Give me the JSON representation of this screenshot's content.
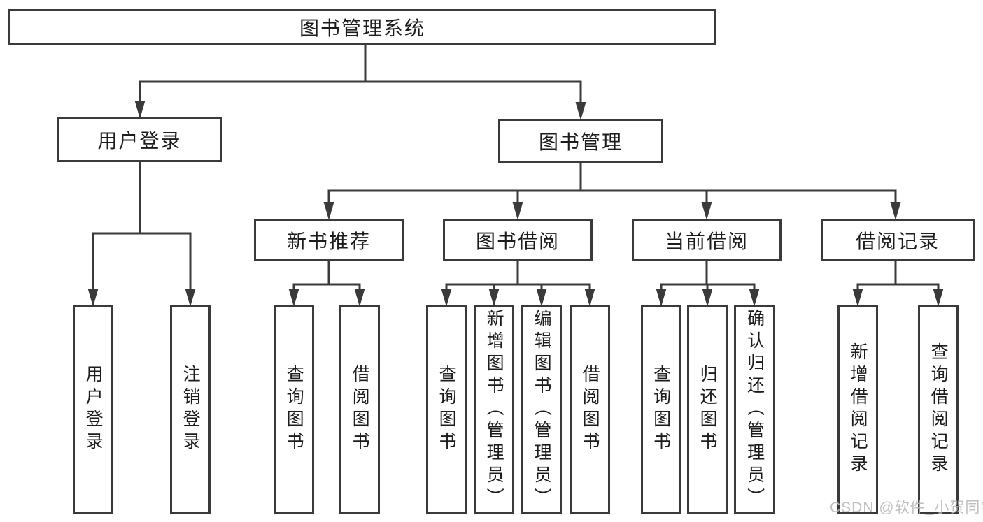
{
  "diagram": {
    "type": "hierarchy",
    "title": "图书管理系统",
    "nodes": [
      {
        "id": "root",
        "label": "图书管理系统"
      },
      {
        "id": "user-login",
        "label": "用户登录"
      },
      {
        "id": "book-mgmt",
        "label": "图书管理"
      },
      {
        "id": "new-book-rec",
        "label": "新书推荐"
      },
      {
        "id": "book-borrow",
        "label": "图书借阅"
      },
      {
        "id": "current-borrow",
        "label": "当前借阅"
      },
      {
        "id": "borrow-records",
        "label": "借阅记录"
      },
      {
        "id": "ul-login",
        "label": "用户登录"
      },
      {
        "id": "ul-logout",
        "label": "注销登录"
      },
      {
        "id": "nr-query",
        "label": "查询图书"
      },
      {
        "id": "nr-borrow",
        "label": "借阅图书"
      },
      {
        "id": "bb-query",
        "label": "查询图书"
      },
      {
        "id": "bb-add",
        "label": "新增图书（管理员）"
      },
      {
        "id": "bb-edit",
        "label": "编辑图书（管理员）"
      },
      {
        "id": "bb-borrow",
        "label": "借阅图书"
      },
      {
        "id": "cb-query",
        "label": "查询图书"
      },
      {
        "id": "cb-return",
        "label": "归还图书"
      },
      {
        "id": "cb-confirm",
        "label": "确认归还（管理员）"
      },
      {
        "id": "br-add",
        "label": "新增借阅记录"
      },
      {
        "id": "br-query",
        "label": "查询借阅记录"
      }
    ],
    "edges": [
      [
        "root",
        "user-login"
      ],
      [
        "root",
        "book-mgmt"
      ],
      [
        "user-login",
        "ul-login"
      ],
      [
        "user-login",
        "ul-logout"
      ],
      [
        "book-mgmt",
        "new-book-rec"
      ],
      [
        "book-mgmt",
        "book-borrow"
      ],
      [
        "book-mgmt",
        "current-borrow"
      ],
      [
        "book-mgmt",
        "borrow-records"
      ],
      [
        "new-book-rec",
        "nr-query"
      ],
      [
        "new-book-rec",
        "nr-borrow"
      ],
      [
        "book-borrow",
        "bb-query"
      ],
      [
        "book-borrow",
        "bb-add"
      ],
      [
        "book-borrow",
        "bb-edit"
      ],
      [
        "book-borrow",
        "bb-borrow"
      ],
      [
        "current-borrow",
        "cb-query"
      ],
      [
        "current-borrow",
        "cb-return"
      ],
      [
        "current-borrow",
        "cb-confirm"
      ],
      [
        "borrow-records",
        "br-add"
      ],
      [
        "borrow-records",
        "br-query"
      ]
    ]
  },
  "watermark": {
    "text": "CSDN @软件_小贺同学"
  },
  "colors": {
    "line": "#3a3a3a",
    "box_border": "#3a3a3a",
    "text": "#1c1c1c",
    "background": "#ffffff",
    "watermark": "#b9b9b9"
  }
}
